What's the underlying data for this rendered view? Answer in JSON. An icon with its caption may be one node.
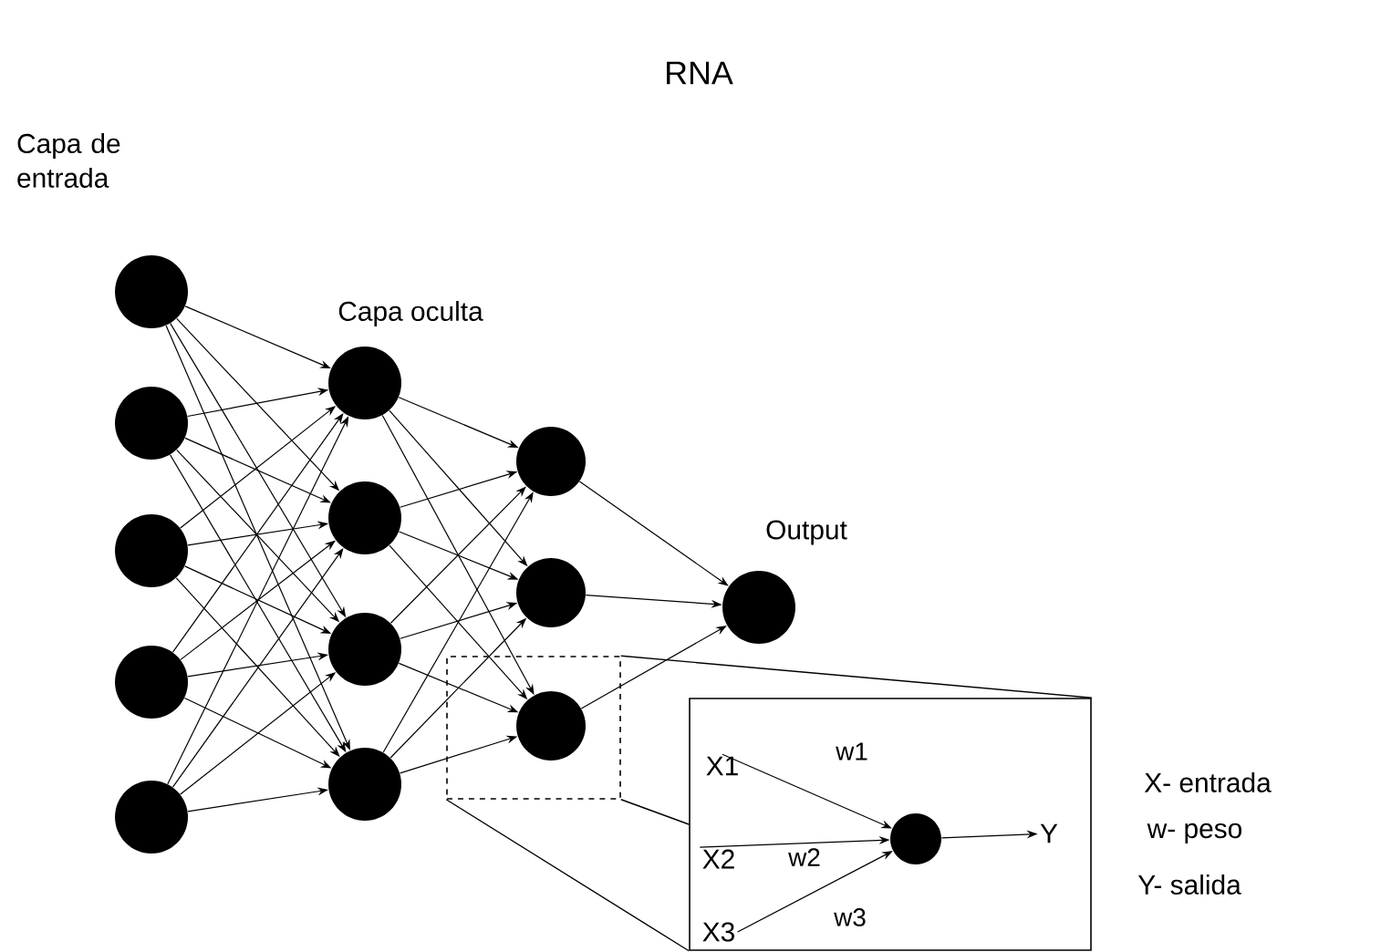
{
  "diagram": {
    "title": "RNA",
    "nodes": [
      {
        "text": [],
        "shape": "circle"
      },
      {
        "text": [],
        "shape": "circle"
      },
      {
        "text": [],
        "shape": "circle"
      },
      {
        "text": [],
        "shape": "circle"
      },
      {
        "text": [],
        "shape": "circle"
      },
      {
        "text": [],
        "shape": "circle"
      },
      {
        "text": [],
        "shape": "circle"
      },
      {
        "text": [],
        "shape": "circle"
      },
      {
        "text": [],
        "shape": "circle"
      },
      {
        "text": [],
        "shape": "circle"
      },
      {
        "text": [],
        "shape": "circle"
      },
      {
        "text": [],
        "shape": "box"
      },
      {
        "text": [],
        "shape": "circle",
        "in": 11
      },
      {
        "text": [],
        "shape": "circle"
      },
      {
        "text": [],
        "shape": "box"
      },
      {
        "text": [
          "X1"
        ],
        "in": 14
      },
      {
        "text": [
          "X2"
        ],
        "in": 14
      },
      {
        "text": [
          "X3"
        ],
        "in": 14
      },
      {
        "text": [],
        "shape": "circle",
        "in": 14
      },
      {
        "text": [
          "Y"
        ],
        "in": 14
      }
    ],
    "edges": [
      {
        "from": 0,
        "to": 5,
        "arrow": "to"
      },
      {
        "from": 0,
        "to": 6,
        "arrow": "to"
      },
      {
        "from": 0,
        "to": 7,
        "arrow": "to"
      },
      {
        "from": 0,
        "to": 8,
        "arrow": "to"
      },
      {
        "from": 1,
        "to": 5,
        "arrow": "to"
      },
      {
        "from": 1,
        "to": 6,
        "arrow": "to"
      },
      {
        "from": 1,
        "to": 7,
        "arrow": "to"
      },
      {
        "from": 1,
        "to": 8,
        "arrow": "to"
      },
      {
        "from": 2,
        "to": 5,
        "arrow": "to"
      },
      {
        "from": 2,
        "to": 6,
        "arrow": "to"
      },
      {
        "from": 2,
        "to": 7,
        "arrow": "to"
      },
      {
        "from": 2,
        "to": 8,
        "arrow": "to"
      },
      {
        "from": 3,
        "to": 5,
        "arrow": "to"
      },
      {
        "from": 3,
        "to": 6,
        "arrow": "to"
      },
      {
        "from": 3,
        "to": 7,
        "arrow": "to"
      },
      {
        "from": 3,
        "to": 8,
        "arrow": "to"
      },
      {
        "from": 4,
        "to": 5,
        "arrow": "to"
      },
      {
        "from": 4,
        "to": 6,
        "arrow": "to"
      },
      {
        "from": 4,
        "to": 7,
        "arrow": "to"
      },
      {
        "from": 4,
        "to": 8,
        "arrow": "to"
      },
      {
        "from": 5,
        "to": 9,
        "arrow": "to"
      },
      {
        "from": 5,
        "to": 10,
        "arrow": "to"
      },
      {
        "from": 5,
        "to": 12,
        "arrow": "to"
      },
      {
        "from": 6,
        "to": 9,
        "arrow": "to"
      },
      {
        "from": 6,
        "to": 10,
        "arrow": "to"
      },
      {
        "from": 6,
        "to": 12,
        "arrow": "to"
      },
      {
        "from": 7,
        "to": 9,
        "arrow": "to"
      },
      {
        "from": 7,
        "to": 10,
        "arrow": "to"
      },
      {
        "from": 7,
        "to": 12,
        "arrow": "to"
      },
      {
        "from": 8,
        "to": 9,
        "arrow": "to"
      },
      {
        "from": 8,
        "to": 10,
        "arrow": "to"
      },
      {
        "from": 8,
        "to": 12,
        "arrow": "to"
      },
      {
        "from": 9,
        "to": 13,
        "arrow": "to"
      },
      {
        "from": 10,
        "to": 13,
        "arrow": "to"
      },
      {
        "from": 12,
        "to": 13,
        "arrow": "to"
      },
      {
        "from": 15,
        "to": 18,
        "arrow": "to",
        "label": "w1"
      },
      {
        "from": 16,
        "to": 18,
        "arrow": "to",
        "label": "w2"
      },
      {
        "from": 17,
        "to": 18,
        "arrow": "to",
        "label": "w3"
      },
      {
        "from": 18,
        "to": 19,
        "arrow": "to"
      },
      {
        "from": 11,
        "to": 14,
        "arrow": "none"
      },
      {
        "from": 11,
        "to": 14,
        "arrow": "none"
      },
      {
        "from": 11,
        "to": 14,
        "arrow": "none"
      }
    ],
    "labels": [
      "Capa de entrada",
      "Capa oculta",
      "Output",
      "X- entrada",
      "w- peso",
      "Y- salida"
    ]
  }
}
